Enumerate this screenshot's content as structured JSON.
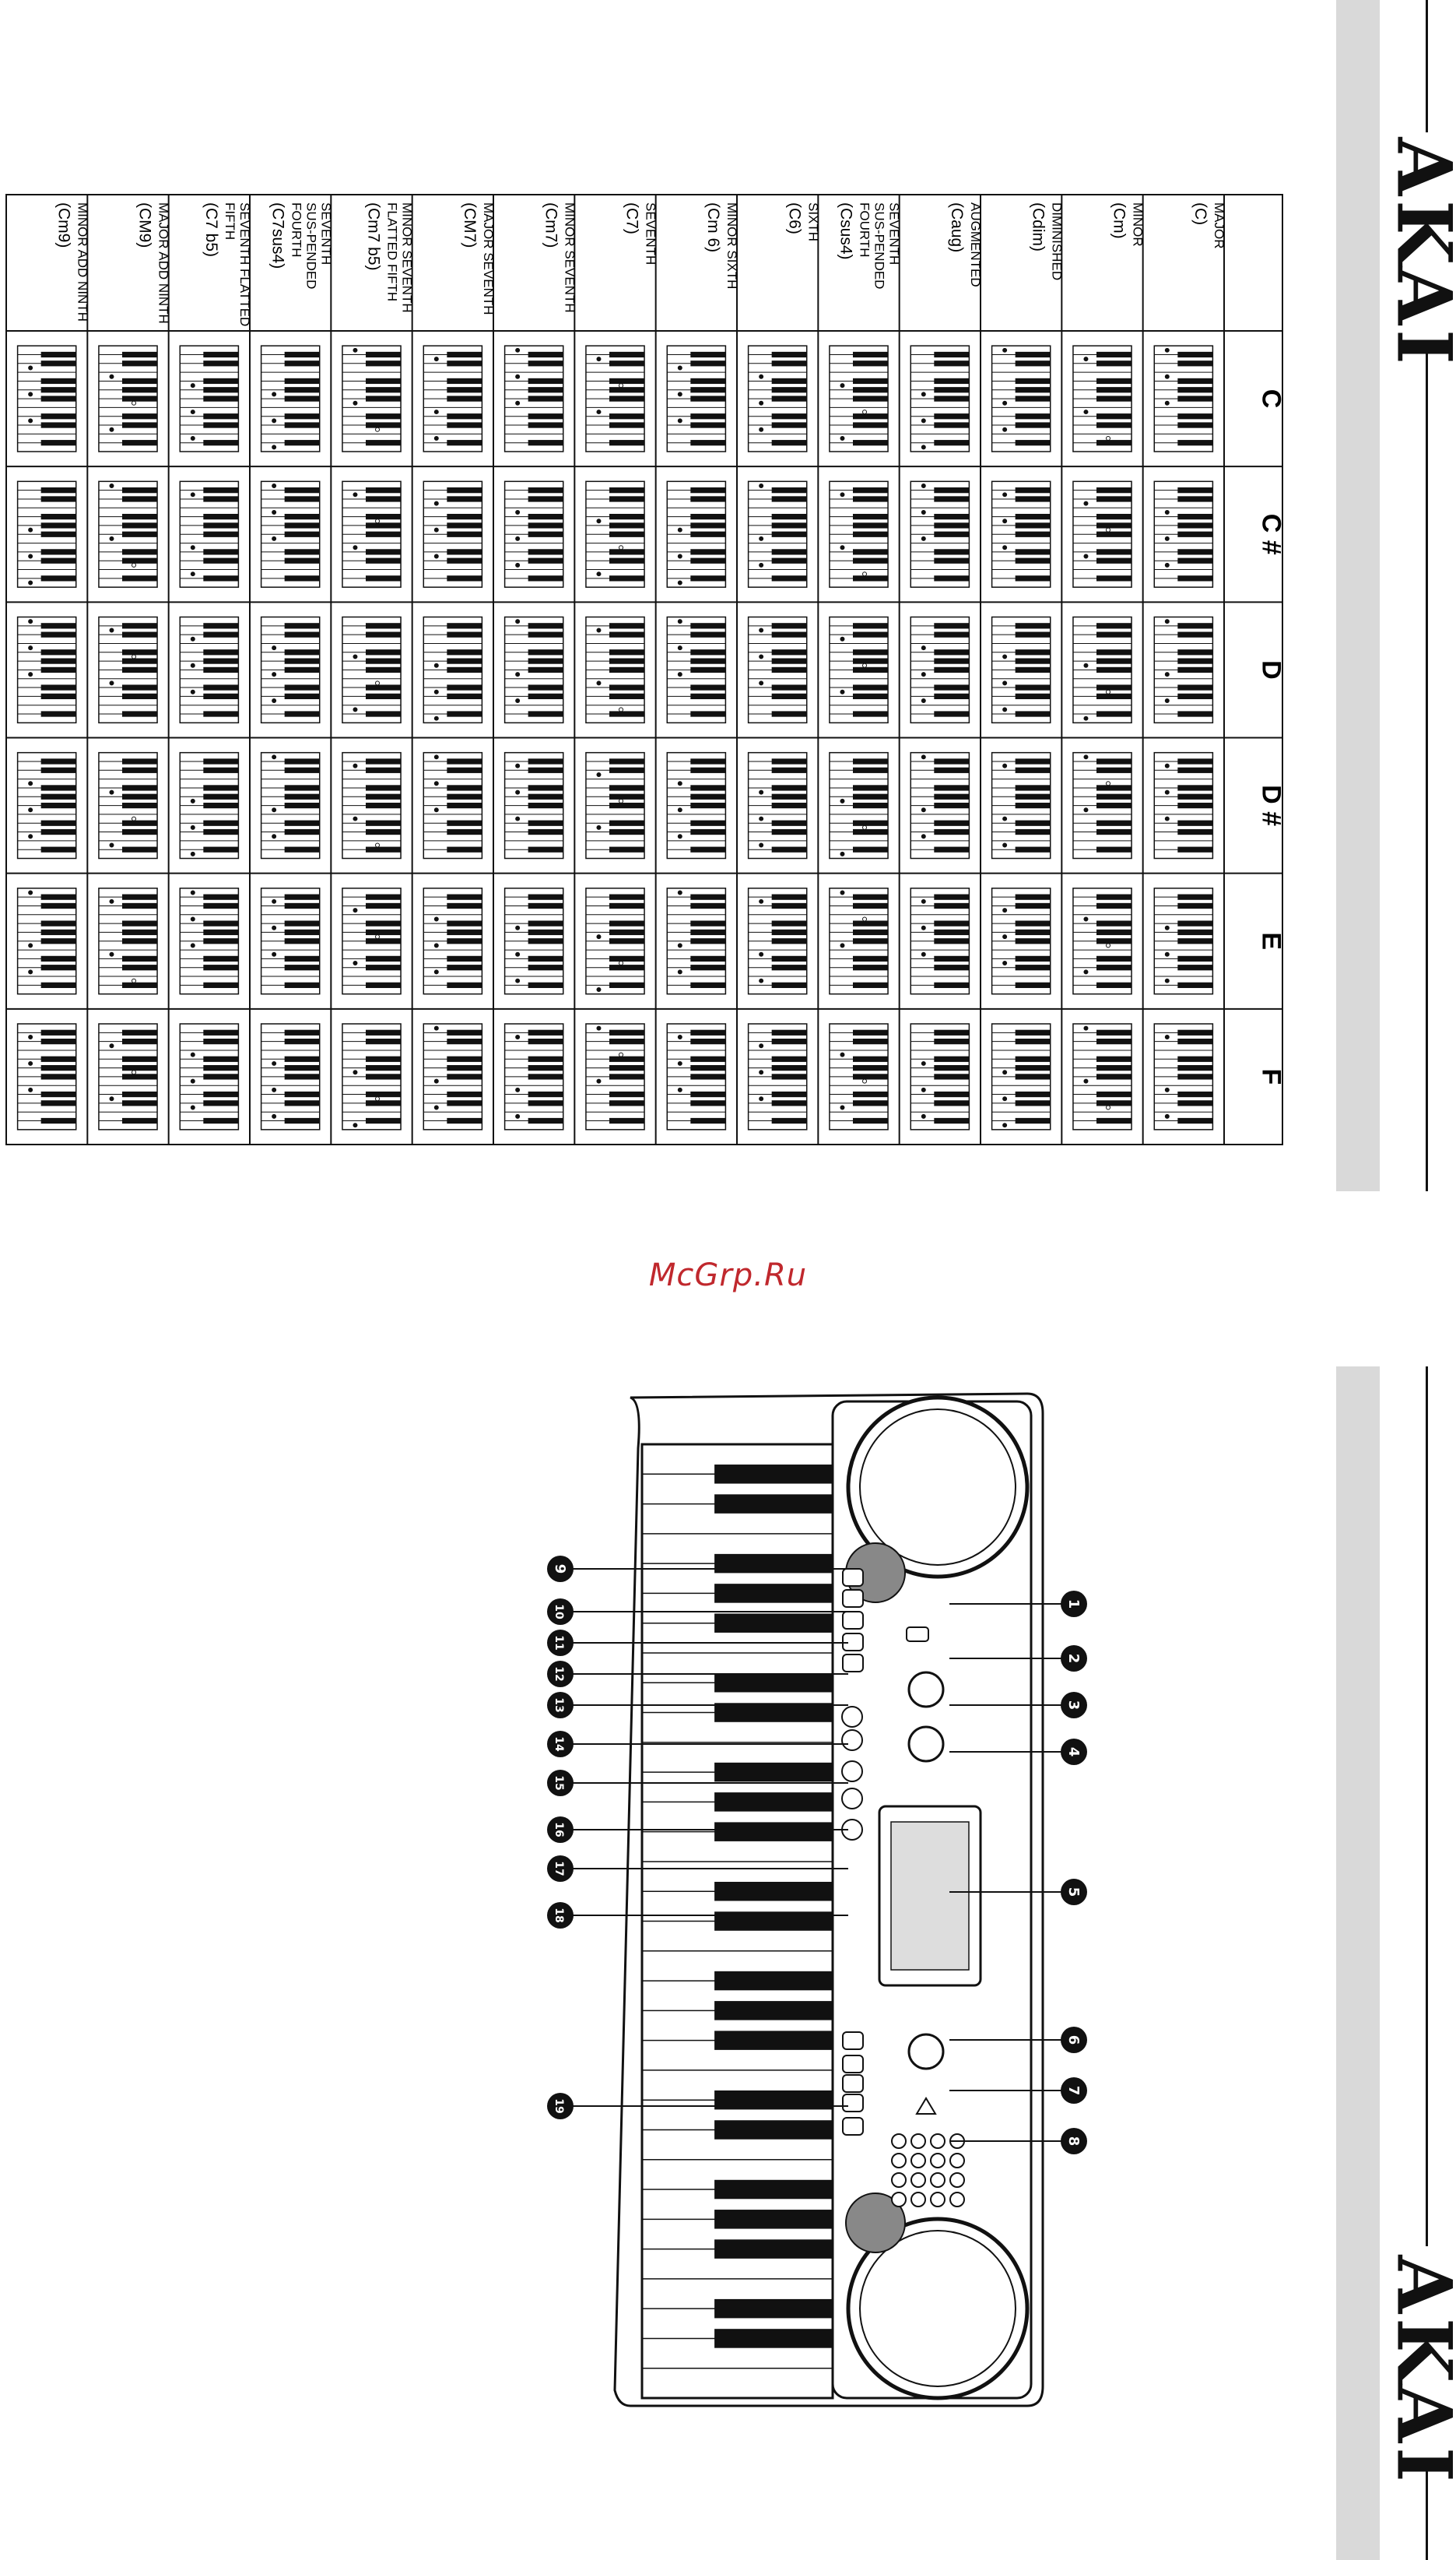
{
  "brand": "AKAI",
  "watermark": "McGrp.Ru",
  "chord_table": {
    "columns": [
      "C",
      "C #",
      "D",
      "D #",
      "E",
      "F"
    ],
    "rows": [
      {
        "name": "MAJOR",
        "symbol": "(C)"
      },
      {
        "name": "MINOR",
        "symbol": "(Cm)"
      },
      {
        "name": "DIMINISHED",
        "symbol": "(Cdim)"
      },
      {
        "name": "AUGMENTED",
        "symbol": "(Caug)"
      },
      {
        "name": "SEVENTH SUS-PENDED FOURTH",
        "symbol": "(Csus4)"
      },
      {
        "name": "SIXTH",
        "symbol": "(C6)"
      },
      {
        "name": "MINOR SIXTH",
        "symbol": "(Cm 6)"
      },
      {
        "name": "SEVENTH",
        "symbol": "(C7)"
      },
      {
        "name": "MINOR SEVENTH",
        "symbol": "(Cm7)"
      },
      {
        "name": "MAJOR SEVENTH",
        "symbol": "(CM7)"
      },
      {
        "name": "MINOR SEVENTH FLATTED FIFTH",
        "symbol": "(Cm7 b5)"
      },
      {
        "name": "SEVENTH SUS-PENDED FOURTH",
        "symbol": "(C7sus4)"
      },
      {
        "name": "SEVENTH FLATTED FIFTH",
        "symbol": "(C7 b5)"
      },
      {
        "name": "MAJOR ADD NINTH",
        "symbol": "(CM9)"
      },
      {
        "name": "MINOR ADD NINTH",
        "symbol": "(Cm9)"
      }
    ]
  },
  "callouts": {
    "right": [
      "1",
      "2",
      "3",
      "4",
      "5",
      "6",
      "7",
      "8"
    ],
    "left": [
      "9",
      "10",
      "11",
      "12",
      "13",
      "14",
      "15",
      "16",
      "17",
      "18",
      "19"
    ]
  }
}
